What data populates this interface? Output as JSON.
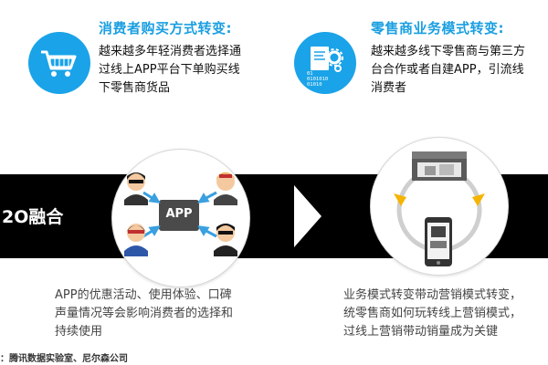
{
  "left": {
    "title": "消费者购买方式转变:",
    "desc": [
      "越来越多年轻消费者选择通",
      "过线上APP平台下单购买线",
      "下零售商货品"
    ],
    "icon": "shopping-cart-icon",
    "bottom": [
      "APP的优惠活动、使用体验、口碑",
      "声量情况等会影响消费者的选择和",
      "持续使用"
    ],
    "app_label": "APP"
  },
  "right": {
    "title": "零售商业务模式转变:",
    "desc": [
      "越来越多线下零售商与第三方",
      "台合作或者自建APP，引流线",
      "消费者"
    ],
    "icon": "data-gear-icon",
    "bottom": [
      "业务模式转变带动营销模式转变，",
      "统零售商如何玩转线上营销模式，",
      "过线上营销带动销量成为关键"
    ]
  },
  "band": {
    "label": "2O融合"
  },
  "source": "：腾讯数据实验室、尼尔森公司",
  "colors": {
    "accent": "#1a9fe0",
    "band": "#000000",
    "arrow_yellow": "#f5b400"
  }
}
